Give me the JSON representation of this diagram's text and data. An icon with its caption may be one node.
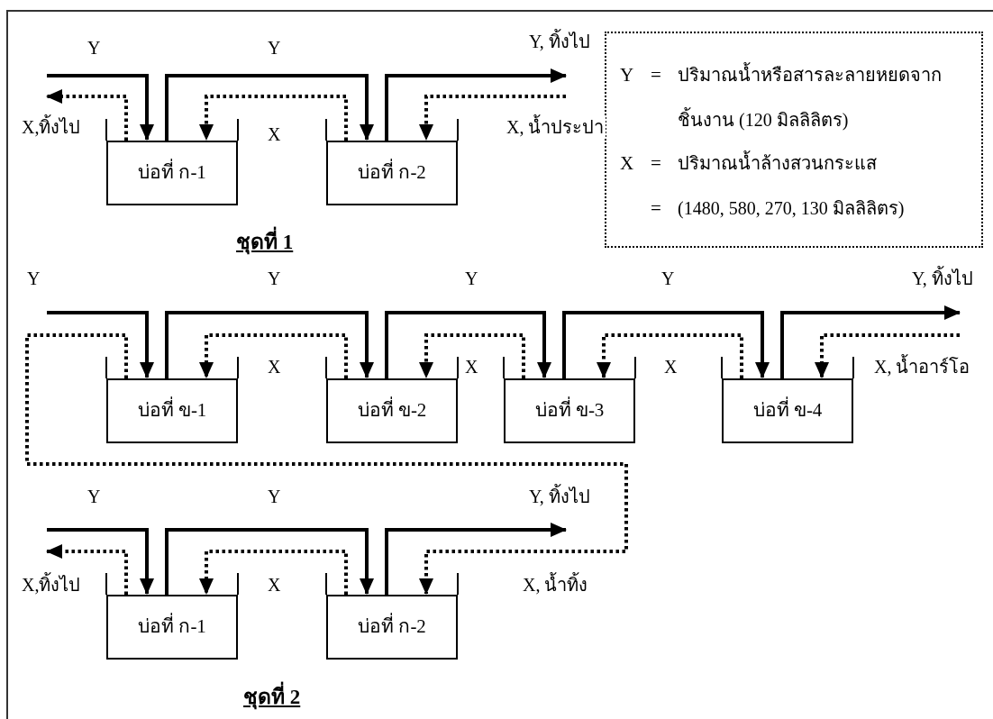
{
  "diagram": {
    "nodes": [
      {
        "text": [
          "บ่อที่ ก-1"
        ]
      },
      {
        "text": [
          "บ่อที่ ก-2"
        ]
      },
      {
        "text": [
          "บ่อที่ ข-1"
        ]
      },
      {
        "text": [
          "บ่อที่ ข-2"
        ]
      },
      {
        "text": [
          "บ่อที่ ข-3"
        ]
      },
      {
        "text": [
          "บ่อที่ ข-4"
        ]
      },
      {
        "text": [
          "บ่อที่ ก-1"
        ]
      },
      {
        "text": [
          "บ่อที่ ก-2"
        ]
      }
    ],
    "edges": [
      {
        "from": null,
        "to": 0,
        "arrow": "to",
        "label": "Y"
      },
      {
        "from": 0,
        "to": 1,
        "arrow": "to",
        "label": "Y"
      },
      {
        "from": 1,
        "to": null,
        "arrow": "to",
        "label": "Y, ทิ้งไป"
      },
      {
        "from": null,
        "to": 1,
        "arrow": "to",
        "label": "X, น้ำประปา",
        "style": "dashed"
      },
      {
        "from": 1,
        "to": 0,
        "arrow": "to",
        "label": "X",
        "style": "dashed"
      },
      {
        "from": 0,
        "to": null,
        "arrow": "to",
        "label": "X,ทิ้งไป",
        "style": "dashed"
      },
      {
        "from": null,
        "to": 2,
        "arrow": "to",
        "label": "Y"
      },
      {
        "from": 2,
        "to": 3,
        "arrow": "to",
        "label": "Y"
      },
      {
        "from": 3,
        "to": 4,
        "arrow": "to",
        "label": "Y"
      },
      {
        "from": 4,
        "to": 5,
        "arrow": "to",
        "label": "Y"
      },
      {
        "from": 5,
        "to": null,
        "arrow": "to",
        "label": "Y, ทิ้งไป"
      },
      {
        "from": null,
        "to": 5,
        "arrow": "to",
        "label": "X, น้ำอาร์โอ",
        "style": "dashed"
      },
      {
        "from": 5,
        "to": 4,
        "arrow": "to",
        "label": "X",
        "style": "dashed"
      },
      {
        "from": 4,
        "to": 3,
        "arrow": "to",
        "label": "X",
        "style": "dashed"
      },
      {
        "from": 3,
        "to": 2,
        "arrow": "to",
        "label": "X",
        "style": "dashed"
      },
      {
        "from": 2,
        "to": 7,
        "arrow": "to",
        "label": "X, น้ำทิ้ง",
        "style": "dashed"
      },
      {
        "from": null,
        "to": 6,
        "arrow": "to",
        "label": "Y"
      },
      {
        "from": 6,
        "to": 7,
        "arrow": "to",
        "label": "Y"
      },
      {
        "from": 7,
        "to": null,
        "arrow": "to",
        "label": "Y, ทิ้งไป"
      },
      {
        "from": 7,
        "to": 6,
        "arrow": "to",
        "label": "X",
        "style": "dashed"
      },
      {
        "from": 6,
        "to": null,
        "arrow": "to",
        "label": "X,ทิ้งไป",
        "style": "dashed"
      }
    ],
    "labels": [
      "Y",
      "=",
      "ปริมาณน้ำหรือสารละลายหยดจากชิ้นงาน (120 มิลลิลิตร)",
      "X",
      "=",
      "ปริมาณน้ำล้างสวนกระแส",
      "=",
      "(1480, 580, 270, 130 มิลลิลิตร)",
      "ชุดที่ 1",
      "ชุดที่ 2"
    ]
  }
}
